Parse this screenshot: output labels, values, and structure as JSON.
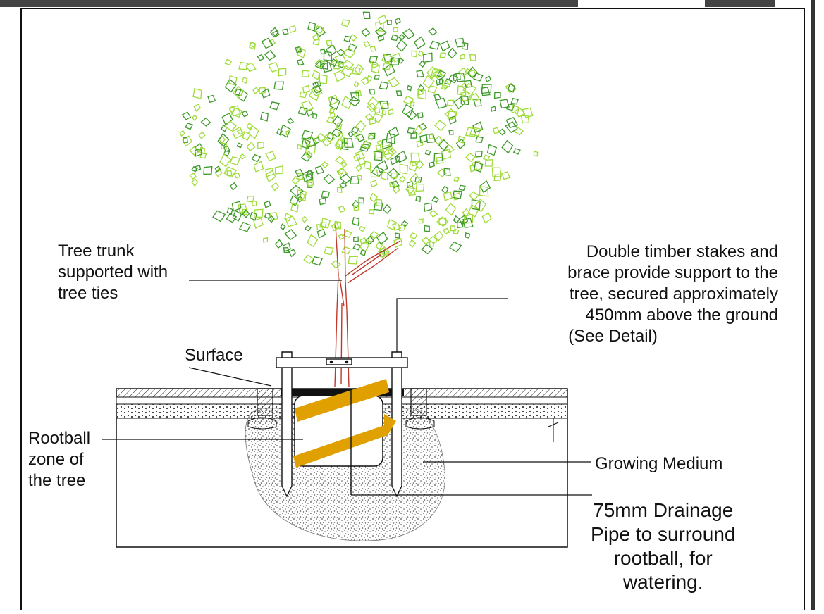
{
  "colors": {
    "foliage_light": "#9fdc3a",
    "foliage_dark": "#3f9a2b",
    "trunk": "#c0392b",
    "tie_strap": "#e0a000",
    "soil_stipple": "#555555",
    "line": "#111111"
  },
  "labels": {
    "trunk": [
      "Tree trunk",
      "supported with",
      "tree ties"
    ],
    "stakes": [
      "Double timber stakes and",
      "brace provide support to the",
      "tree, secured approximately",
      "450mm above the ground",
      "(See Detail)"
    ],
    "surface": "Surface",
    "rootball": [
      "Rootball",
      "zone of",
      "the tree"
    ],
    "growing_medium": "Growing Medium",
    "drainage": [
      "75mm Drainage",
      "Pipe to surround",
      "rootball, for",
      "watering."
    ]
  }
}
